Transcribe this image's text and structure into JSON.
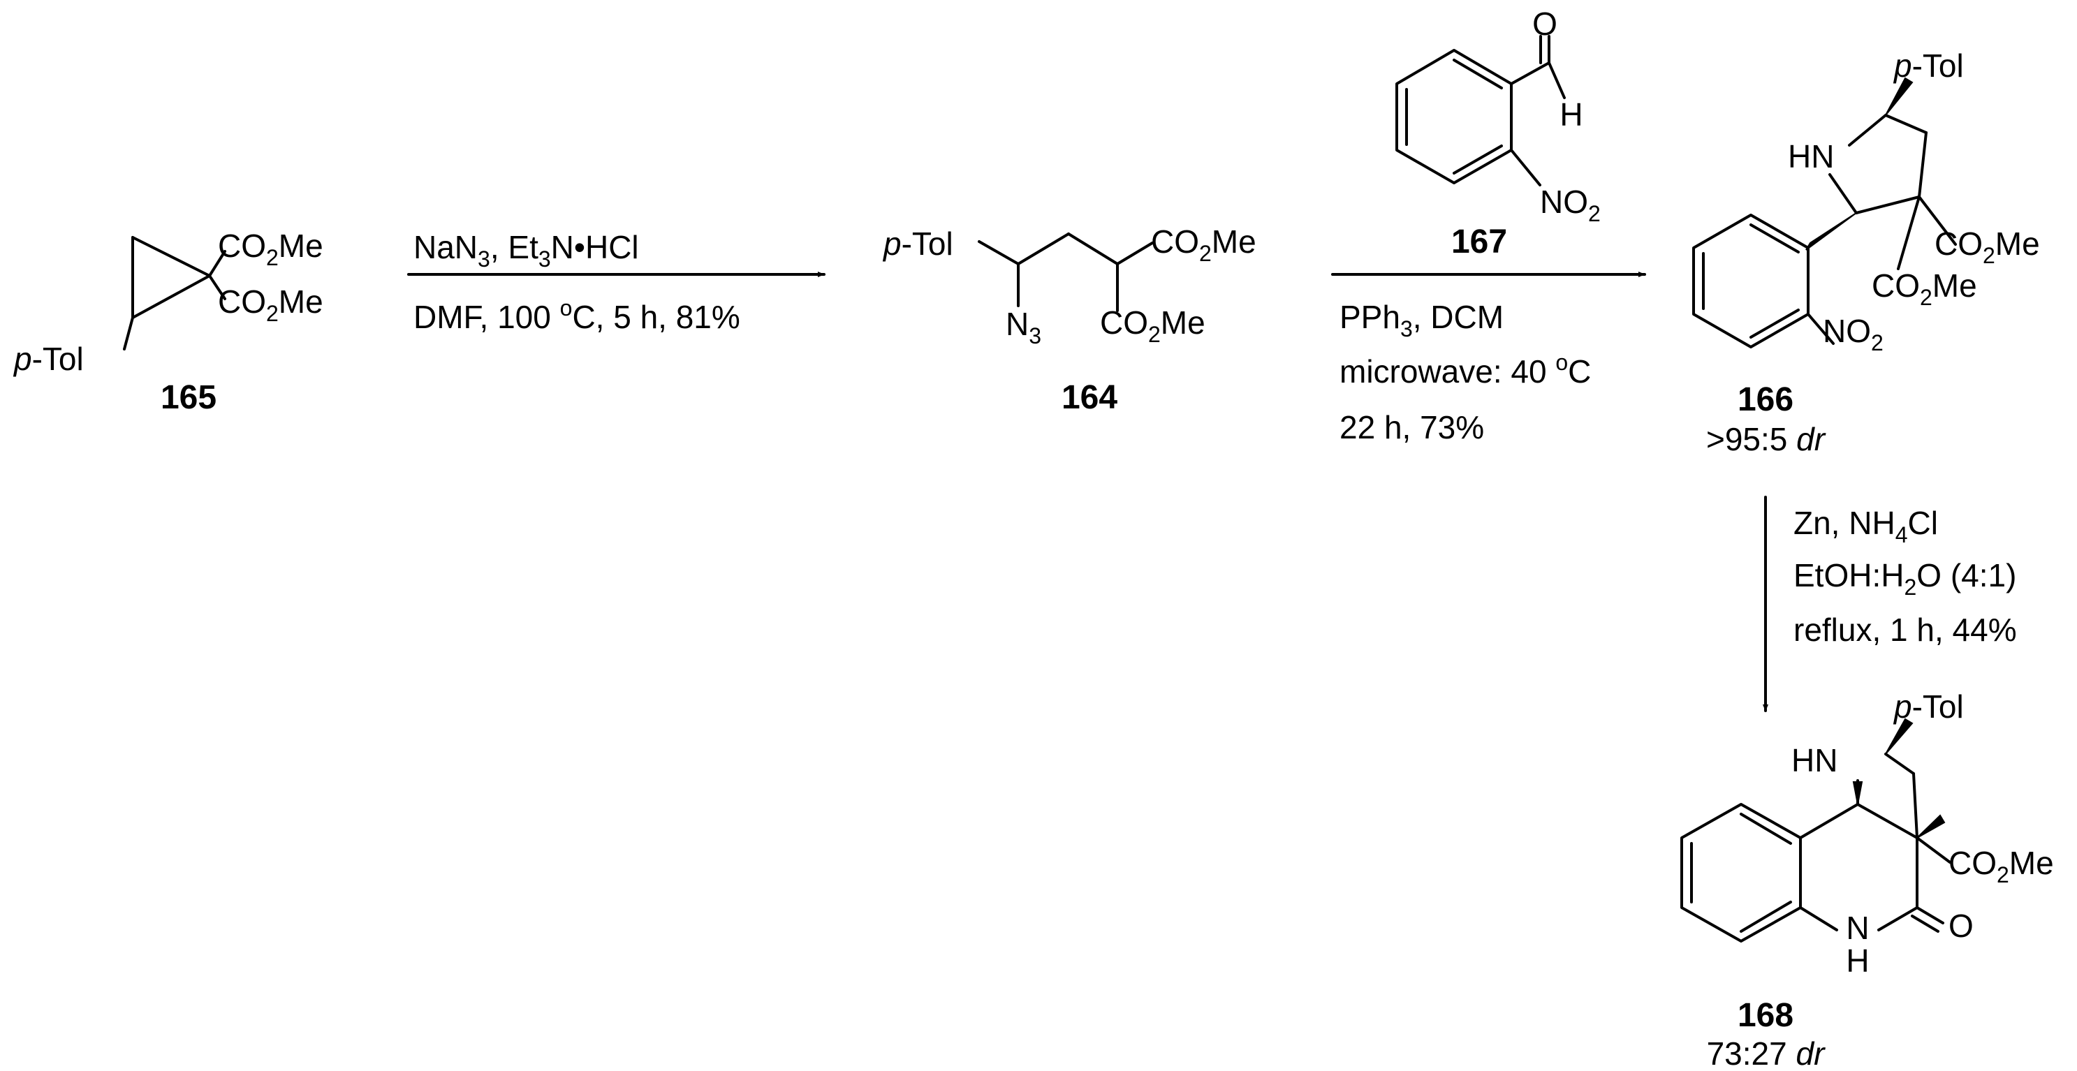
{
  "compounds": {
    "c165": {
      "number": "165",
      "co2me_top": "CO",
      "co2me_top_sub": "2",
      "co2me_top_tail": "Me",
      "co2me_bot": "CO",
      "co2me_bot_sub": "2",
      "co2me_bot_tail": "Me",
      "ptol": "p",
      "ptol_tail": "-Tol"
    },
    "c164": {
      "number": "164",
      "ptol": "p",
      "ptol_tail": "-Tol",
      "co2me_a": "CO",
      "co2me_a_sub": "2",
      "co2me_a_tail": "Me",
      "azide": "N",
      "azide_sub": "3",
      "co2me_b": "CO",
      "co2me_b_sub": "2",
      "co2me_b_tail": "Me"
    },
    "c167": {
      "number": "167",
      "oxygen": "O",
      "hydrogen": "H",
      "nitro": "NO",
      "nitro_sub": "2"
    },
    "c166": {
      "number": "166",
      "dr_prefix": ">95:5 ",
      "dr_ital": "dr",
      "nh": "HN",
      "ptol": "p",
      "ptol_tail": "-Tol",
      "co2me_a": "CO",
      "co2me_a_sub": "2",
      "co2me_a_tail": "Me",
      "co2me_b": "CO",
      "co2me_b_sub": "2",
      "co2me_b_tail": "Me",
      "nitro": "NO",
      "nitro_sub": "2"
    },
    "c168": {
      "number": "168",
      "dr_prefix": "73:27 ",
      "dr_ital": "dr",
      "nh": "HN",
      "ptol": "p",
      "ptol_tail": "-Tol",
      "co2me": "CO",
      "co2me_sub": "2",
      "co2me_tail": "Me",
      "lactam_n": "N",
      "lactam_h": "H",
      "carbonyl_o": "O"
    }
  },
  "step1": {
    "line1_a": "NaN",
    "line1_a_sub": "3",
    "line1_b": ", Et",
    "line1_b_sub": "3",
    "line1_c": "N•HCl",
    "line2_a": "DMF,  100 ",
    "line2_sup": "o",
    "line2_b": "C, 5 h, 81%"
  },
  "step2": {
    "line1_a": "PPh",
    "line1_sub": "3",
    "line1_b": ", DCM",
    "line2_a": "microwave: 40 ",
    "line2_sup": "o",
    "line2_b": "C",
    "line3": "22 h, 73%"
  },
  "step3": {
    "line1_a": "Zn, NH",
    "line1_sub": "4",
    "line1_b": "Cl",
    "line2_a": "EtOH:H",
    "line2_sub": "2",
    "line2_b": "O (4:1)",
    "line3": "reflux, 1 h, 44%"
  }
}
